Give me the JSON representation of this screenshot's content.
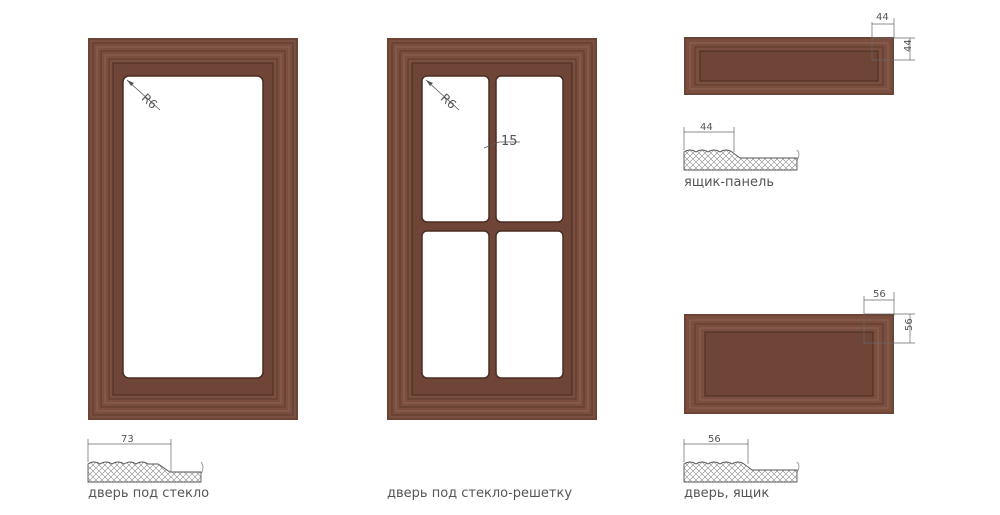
{
  "items": {
    "glass_door": {
      "label": "дверь под стекло",
      "radius": "R6",
      "profile_dim": "73"
    },
    "grid_door": {
      "label": "дверь под стекло-решетку",
      "radius": "R6",
      "bar_width": "15"
    },
    "drawer_panel": {
      "label": "ящик-панель",
      "dim_w": "44",
      "dim_h": "44",
      "profile_dim": "44"
    },
    "door_drawer": {
      "label": "дверь, ящик",
      "dim_w": "56",
      "dim_h": "56",
      "profile_dim": "56"
    }
  },
  "colors": {
    "frame": "#7a4f40",
    "frame_dark": "#5e3a2d",
    "frame_light": "#8e6353",
    "line": "#4a2d22",
    "dimension": "#666666"
  }
}
